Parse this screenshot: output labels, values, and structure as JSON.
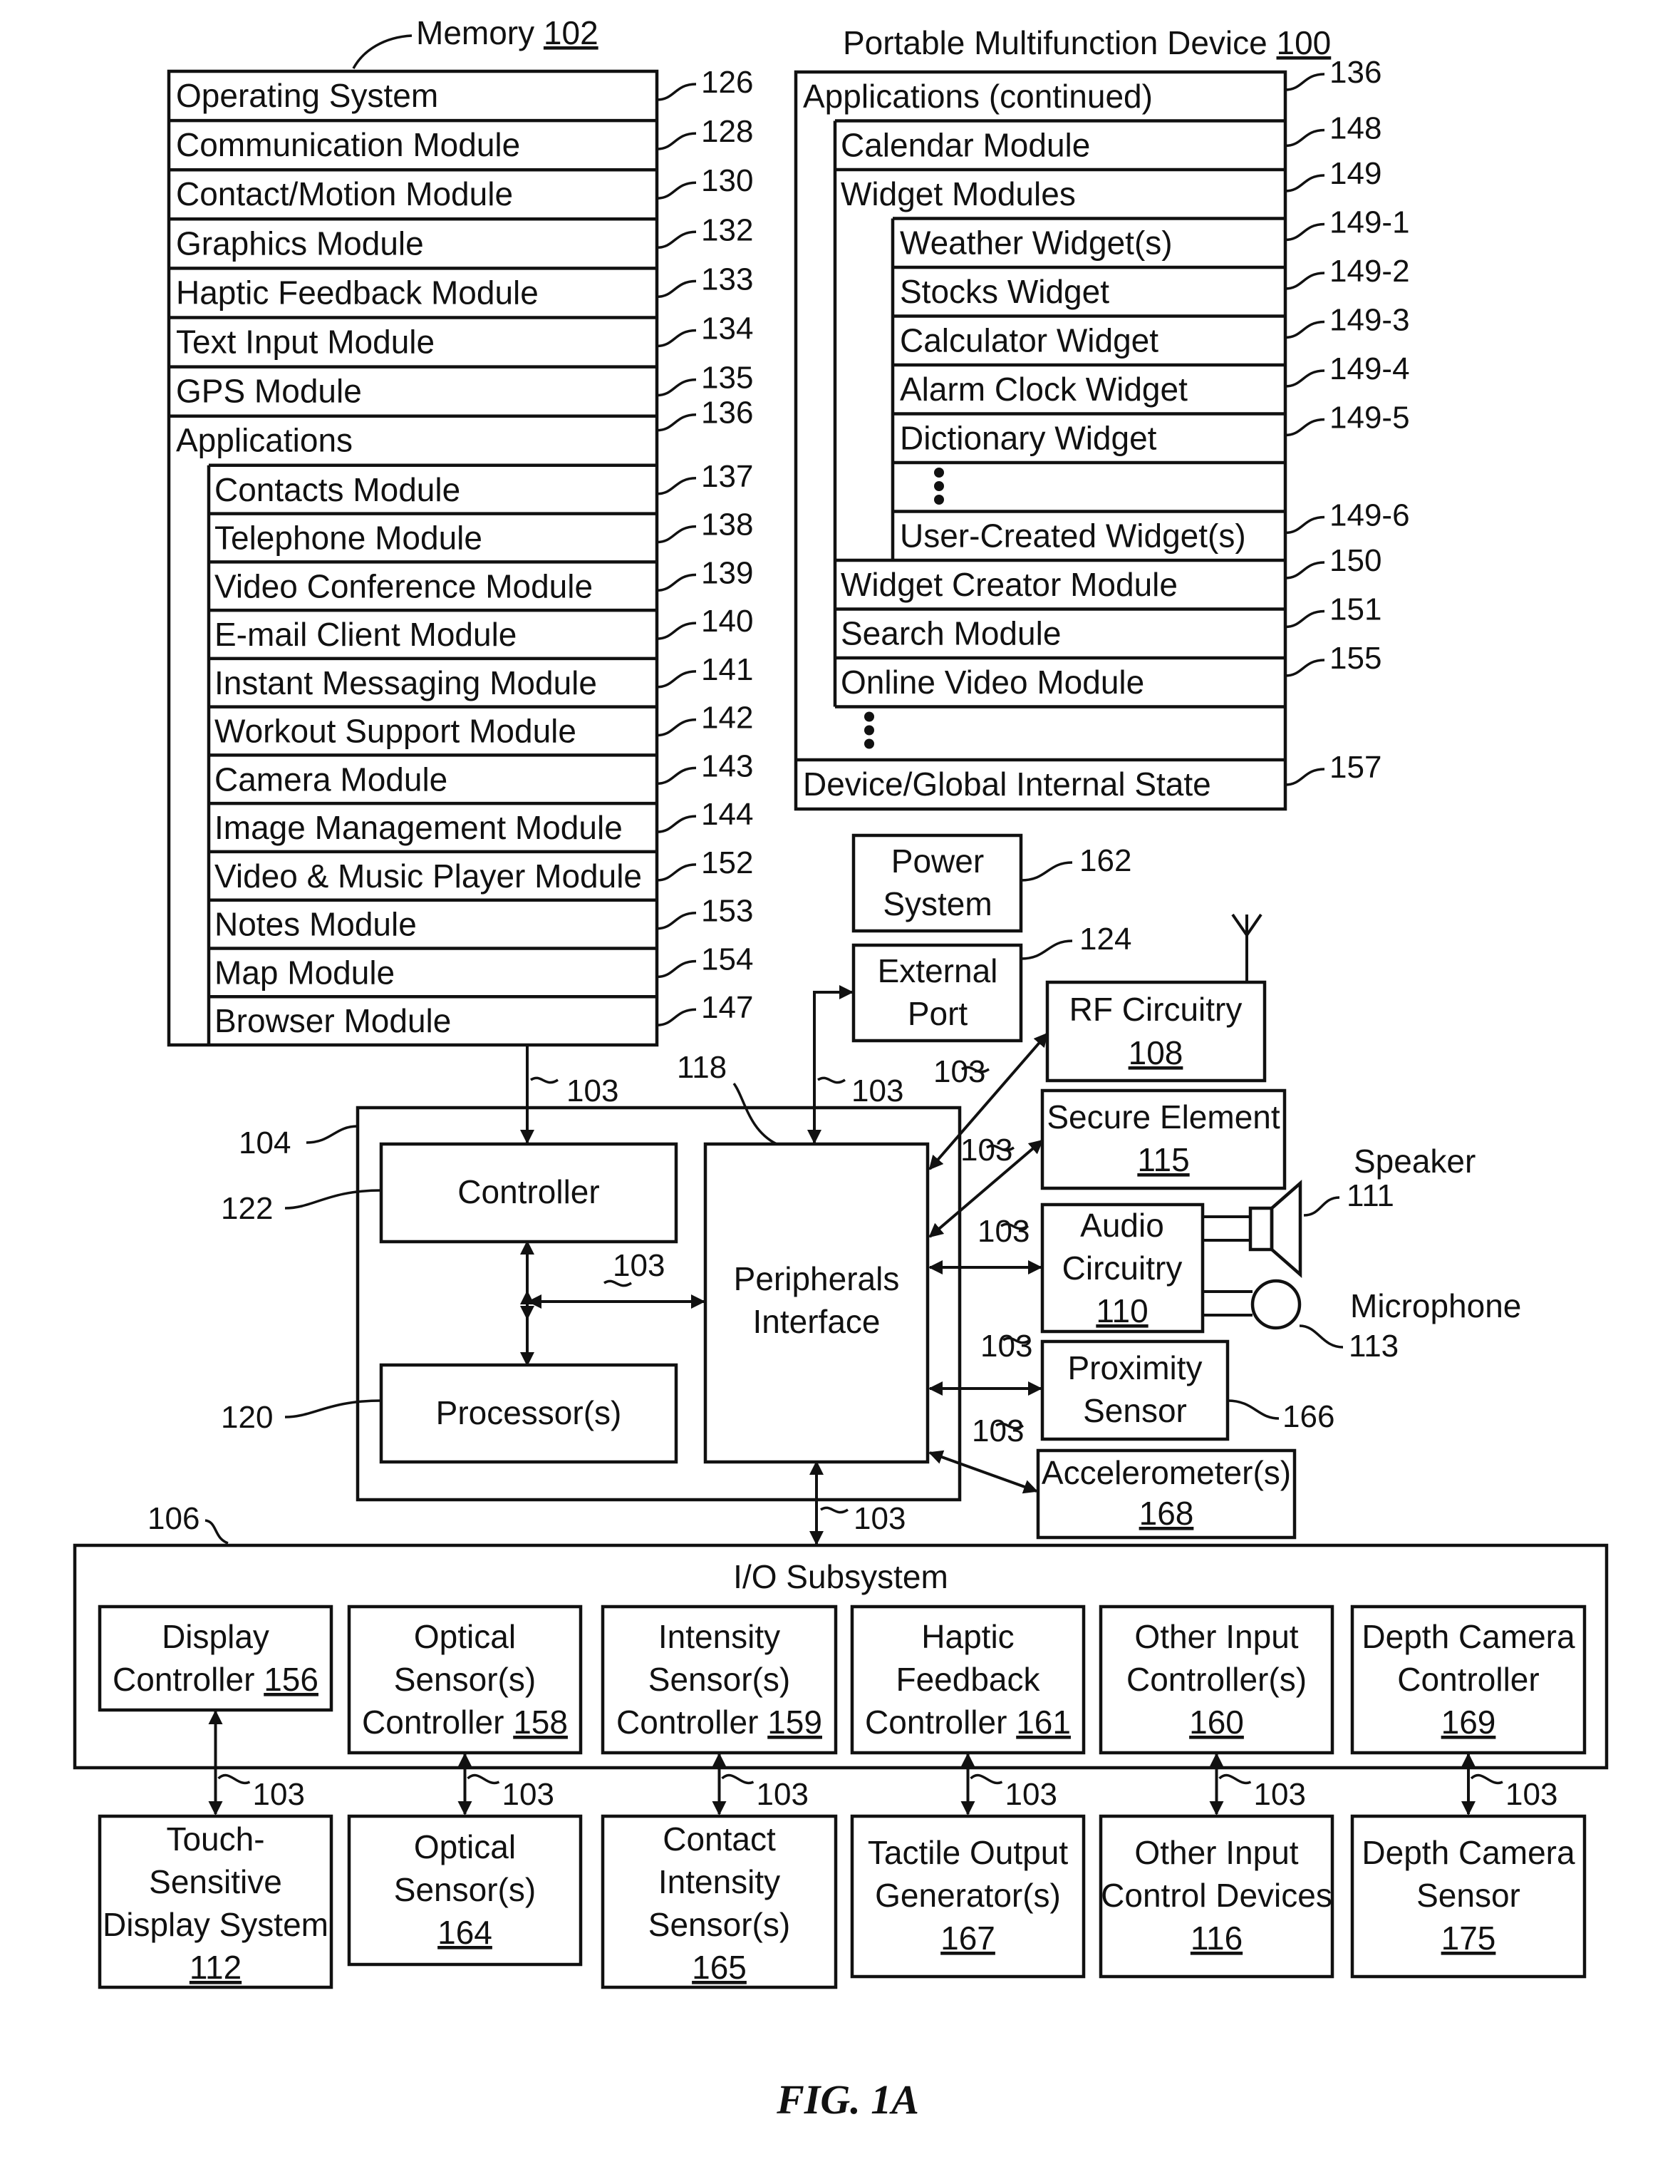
{
  "memory": {
    "title": "Memory",
    "ref": "102",
    "rows": [
      {
        "label": "Operating System",
        "ref": "126"
      },
      {
        "label": "Communication Module",
        "ref": "128"
      },
      {
        "label": "Contact/Motion Module",
        "ref": "130"
      },
      {
        "label": "Graphics Module",
        "ref": "132"
      },
      {
        "label": "Haptic Feedback Module",
        "ref": "133"
      },
      {
        "label": "Text Input Module",
        "ref": "134"
      },
      {
        "label": "GPS Module",
        "ref": "135"
      }
    ],
    "applications": {
      "label": "Applications",
      "ref": "136"
    },
    "apps": [
      {
        "label": "Contacts Module",
        "ref": "137"
      },
      {
        "label": "Telephone Module",
        "ref": "138"
      },
      {
        "label": "Video Conference Module",
        "ref": "139"
      },
      {
        "label": "E-mail Client Module",
        "ref": "140"
      },
      {
        "label": "Instant Messaging Module",
        "ref": "141"
      },
      {
        "label": "Workout Support Module",
        "ref": "142"
      },
      {
        "label": "Camera Module",
        "ref": "143"
      },
      {
        "label": "Image Management Module",
        "ref": "144"
      },
      {
        "label": "Video & Music Player Module",
        "ref": "152"
      },
      {
        "label": "Notes Module",
        "ref": "153"
      },
      {
        "label": "Map Module",
        "ref": "154"
      },
      {
        "label": "Browser Module",
        "ref": "147"
      }
    ]
  },
  "device": {
    "title": "Portable Multifunction Device",
    "ref": "100",
    "apps_continued": {
      "label": "Applications (continued)",
      "ref": "136"
    },
    "calendar": {
      "label": "Calendar Module",
      "ref": "148"
    },
    "widget_modules": {
      "label": "Widget Modules",
      "ref": "149"
    },
    "widgets": [
      {
        "label": "Weather Widget(s)",
        "ref": "149-1"
      },
      {
        "label": "Stocks Widget",
        "ref": "149-2"
      },
      {
        "label": "Calculator Widget",
        "ref": "149-3"
      },
      {
        "label": "Alarm Clock Widget",
        "ref": "149-4"
      },
      {
        "label": "Dictionary Widget",
        "ref": "149-5"
      }
    ],
    "user_widget": {
      "label": "User-Created Widget(s)",
      "ref": "149-6"
    },
    "more_modules": [
      {
        "label": "Widget Creator Module",
        "ref": "150"
      },
      {
        "label": "Search Module",
        "ref": "151"
      },
      {
        "label": "Online Video Module",
        "ref": "155"
      }
    ],
    "state": {
      "label": "Device/Global Internal State",
      "ref": "157"
    }
  },
  "power": {
    "line1": "Power",
    "line2": "System",
    "ref": "162"
  },
  "port": {
    "line1": "External",
    "line2": "Port",
    "ref": "124"
  },
  "rf": {
    "line1": "RF Circuitry",
    "num": "108"
  },
  "secure": {
    "line1": "Secure Element",
    "num": "115"
  },
  "audio": {
    "line1": "Audio",
    "line2": "Circuitry",
    "num": "110"
  },
  "speaker": {
    "label": "Speaker",
    "ref": "111"
  },
  "microphone": {
    "label": "Microphone",
    "ref": "113"
  },
  "proximity": {
    "line1": "Proximity",
    "line2": "Sensor",
    "ref": "166"
  },
  "accel": {
    "line1": "Accelerometer(s)",
    "num": "168"
  },
  "chip": {
    "ref": "104"
  },
  "controller": {
    "label": "Controller",
    "ref": "122"
  },
  "processor": {
    "label": "Processor(s)",
    "ref": "120"
  },
  "peripherals": {
    "line1": "Peripherals",
    "line2": "Interface",
    "ref": "118"
  },
  "bus": "103",
  "io": {
    "title": "I/O Subsystem",
    "ref": "106",
    "controllers": [
      {
        "lines": [
          "Display"
        ],
        "last": "Controller",
        "num": "156"
      },
      {
        "lines": [
          "Optical",
          "Sensor(s)"
        ],
        "last": "Controller",
        "num": "158"
      },
      {
        "lines": [
          "Intensity",
          "Sensor(s)"
        ],
        "last": "Controller",
        "num": "159"
      },
      {
        "lines": [
          "Haptic",
          "Feedback"
        ],
        "last": "Controller",
        "num": "161"
      },
      {
        "lines": [
          "Other Input",
          "Controller(s)"
        ],
        "last": "",
        "num": "160"
      },
      {
        "lines": [
          "Depth Camera",
          "Controller"
        ],
        "last": "",
        "num": "169"
      }
    ]
  },
  "devices": [
    {
      "lines": [
        "Touch-",
        "Sensitive",
        "Display System"
      ],
      "num": "112"
    },
    {
      "lines": [
        "Optical",
        "Sensor(s)"
      ],
      "num": "164"
    },
    {
      "lines": [
        "Contact",
        "Intensity",
        "Sensor(s)"
      ],
      "num": "165"
    },
    {
      "lines": [
        "Tactile Output",
        "Generator(s)"
      ],
      "num": "167"
    },
    {
      "lines": [
        "Other Input",
        "Control Devices"
      ],
      "num": "116"
    },
    {
      "lines": [
        "Depth Camera",
        "Sensor"
      ],
      "num": "175"
    }
  ],
  "figure_label": "FIG. 1A"
}
